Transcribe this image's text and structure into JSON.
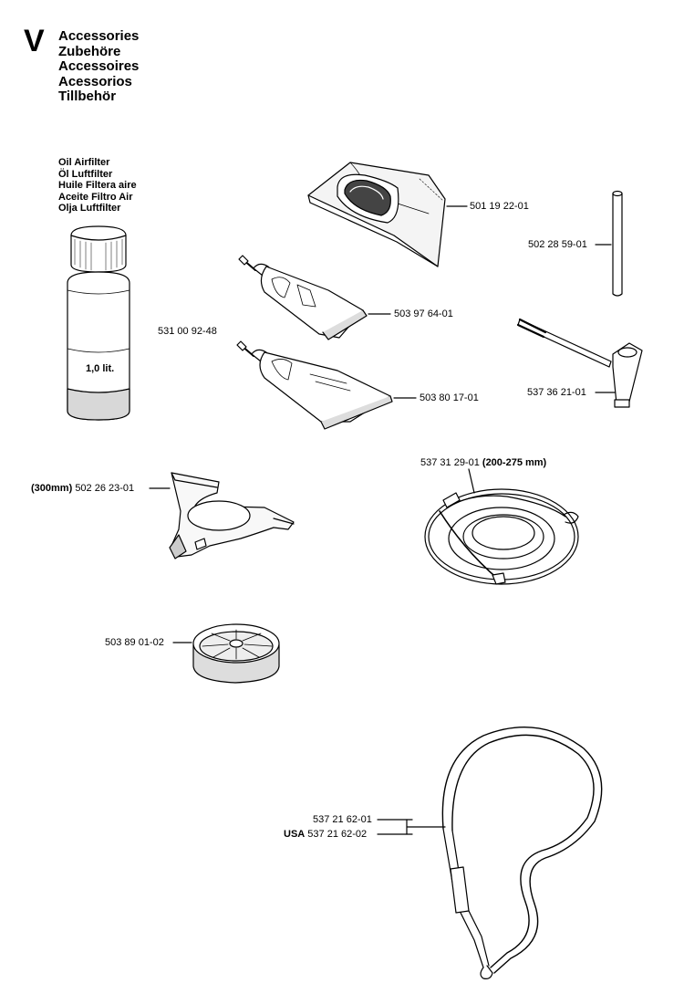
{
  "header": {
    "section_letter": "V",
    "titles": [
      "Accessories",
      "Zubehöre",
      "Accessoires",
      "Acessorios",
      "Tillbehör"
    ]
  },
  "oil": {
    "titles": [
      "Oil Airfilter",
      "Öl Luftfilter",
      "Huile Filtera aire",
      "Aceite Filtro Air",
      "Olja Luftfilter"
    ],
    "bottle_label": "1,0 lit.",
    "part_number": "531 00 92-48"
  },
  "parts": {
    "filter_bag": "501 19 22-01",
    "rod": "502 28 59-01",
    "tube_1": "503 97 64-01",
    "tube_2": "503 80 17-01",
    "spark_wrench": "537 36 21-01",
    "guard_prefix": "(300mm)",
    "guard": "502 26 23-01",
    "harness_guard": "537 31 29-01",
    "harness_guard_suffix": "(200-275 mm)",
    "spool_cap": "503 89 01-02",
    "strap": "537 21 62-01",
    "strap_usa_prefix": "USA",
    "strap_usa": "537 21 62-02"
  }
}
